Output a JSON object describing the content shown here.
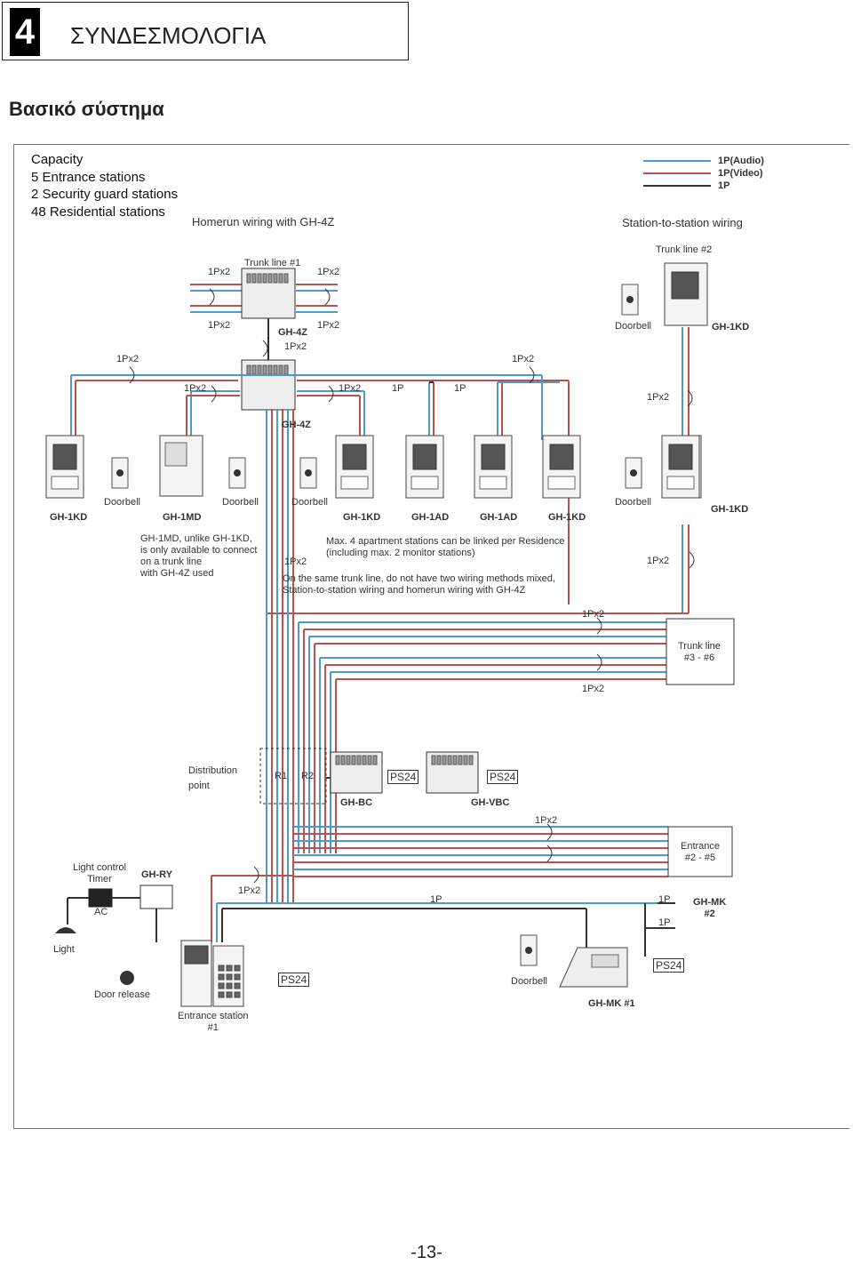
{
  "header": {
    "section_number": "4",
    "section_title": "ΣΥΝΔΕΣΜΟΛΟΓΙΑ"
  },
  "subtitle": "Βασικό σύστημα",
  "capacity": [
    "Capacity",
    "5 Entrance stations",
    "2 Security guard stations",
    "48 Residential stations"
  ],
  "legend": {
    "items": [
      {
        "label": "1P(Audio)",
        "color": "#4a9ad4"
      },
      {
        "label": "1P(Video)",
        "color": "#c0504d"
      },
      {
        "label": "1P",
        "color": "#333333"
      }
    ]
  },
  "headings": {
    "homerun": "Homerun wiring with GH-4Z",
    "station": "Station-to-station wiring"
  },
  "labels": {
    "trunk1": "Trunk line #1",
    "trunk2": "Trunk line #2",
    "trunk36": "Trunk line\n#3 - #6",
    "gh4z_a": "GH-4Z",
    "gh4z_b": "GH-4Z",
    "gh1kd_top": "GH-1KD",
    "doorbell_top": "Doorbell",
    "gh1kd_1": "GH-1KD",
    "gh1md": "GH-1MD",
    "gh1kd_2": "GH-1KD",
    "gh1ad_1": "GH-1AD",
    "gh1ad_2": "GH-1AD",
    "gh1kd_3": "GH-1KD",
    "gh1kd_4": "GH-1KD",
    "doorbell": "Doorbell",
    "note_md": "GH-1MD, unlike GH-1KD,\nis only available to connect\non a trunk line\nwith GH-4Z used",
    "note_max": "Max. 4 apartment stations can be linked per Residence\n(including max. 2 monitor stations)",
    "note_mixed": "On the same trunk line, do not have two wiring methods mixed,\nStation-to-station wiring and homerun wiring with GH-4Z",
    "dist": "Distribution\npoint",
    "r1": "R1",
    "r2": "R2",
    "ps24": "PS24",
    "ghbc": "GH-BC",
    "ghvbc": "GH-VBC",
    "entrance25": "Entrance\n#2 - #5",
    "lct": "Light control\nTimer",
    "ghry": "GH-RY",
    "ac": "AC",
    "light": "Light",
    "door_release": "Door release",
    "entrance1": "Entrance station\n#1",
    "ghmk2": "GH-MK\n#2",
    "ghmk1": "GH-MK #1",
    "p1": "1P",
    "p1x2": "1Px2"
  },
  "page_number": "-13-"
}
